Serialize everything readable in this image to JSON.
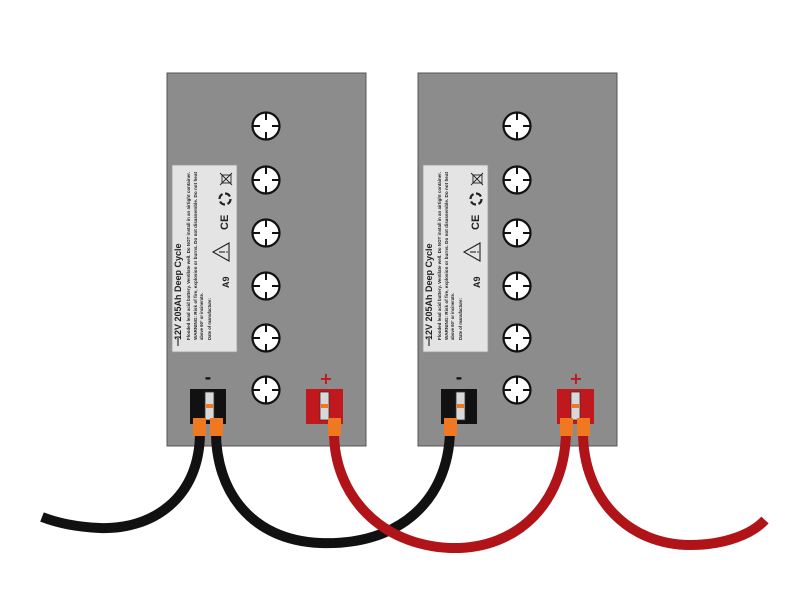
{
  "batteries": [
    {
      "title": "12V 205Ah Deep Cycle",
      "line1": "Flooded lead acid battery. Ventilate well. Do NOT install in an airtight container.",
      "line2": "WARNING: Risk of fire, explosion or burns. Do not disassemble. Do not heat",
      "line3": "above 60° or incinerate.",
      "date_label": "Date of manufacture:",
      "model": "A9",
      "neg_symbol": "-",
      "pos_symbol": "+"
    },
    {
      "title": "12V 205Ah Deep Cycle",
      "line1": "Flooded lead acid battery. Ventilate well. Do NOT install in an airtight container.",
      "line2": "WARNING: Risk of fire, explosion or burns. Do not disassemble. Do not heat",
      "line3": "above 60° or incinerate.",
      "date_label": "Date of manufacture:",
      "model": "A9",
      "neg_symbol": "-",
      "pos_symbol": "+"
    }
  ],
  "colors": {
    "case": "#8c8c8c",
    "label": "#e4e4e4",
    "negative_cable": "#111111",
    "positive_cable": "#b01418",
    "positive_terminal": "#c0181c",
    "lug": "#f07820"
  },
  "icons": [
    "ce-mark-icon",
    "recycle-icon",
    "warning-triangle-icon",
    "crossed-bin-icon"
  ]
}
